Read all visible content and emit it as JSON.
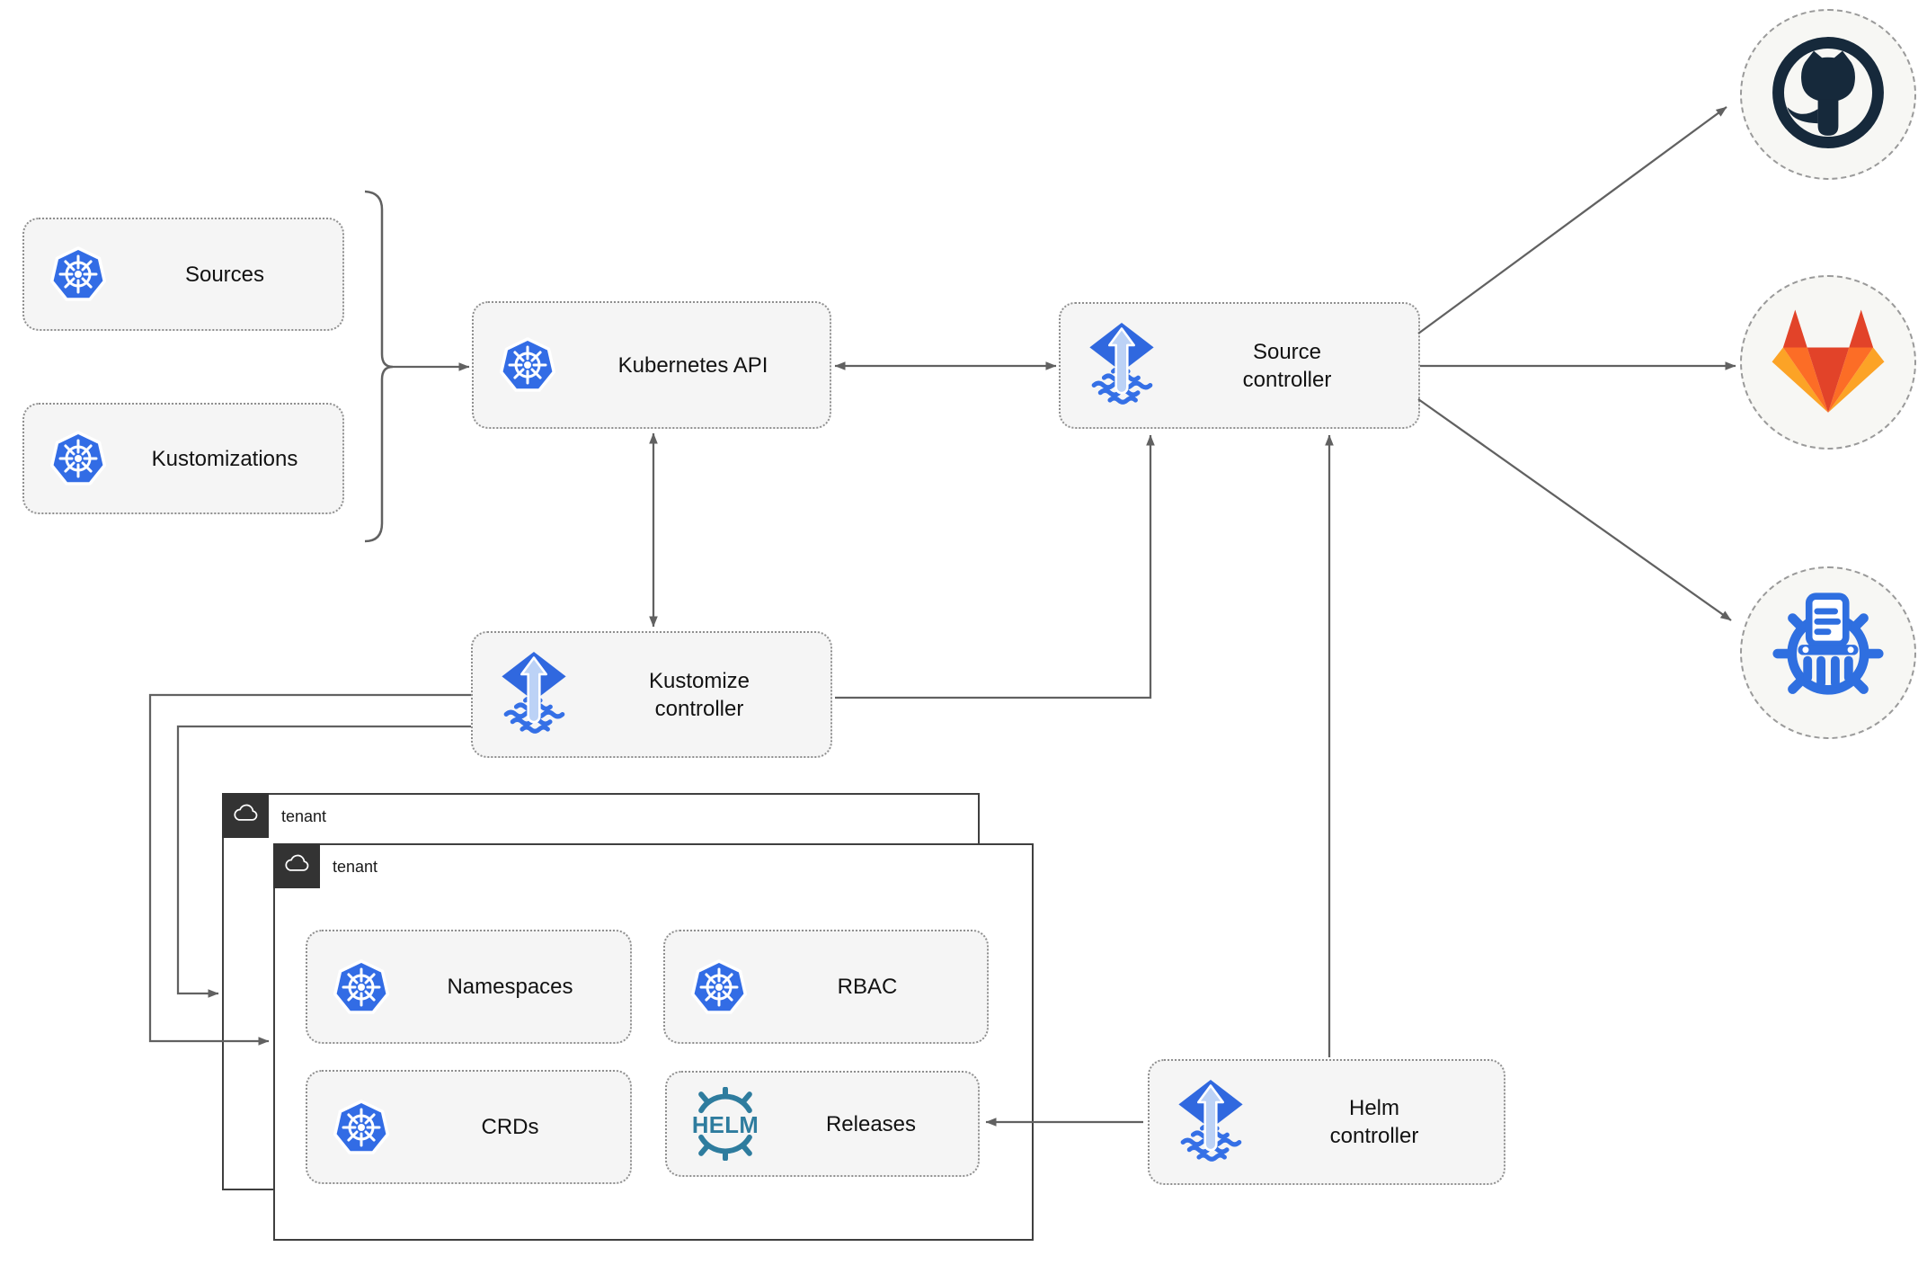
{
  "palette": {
    "line": "#616161",
    "box_fill": "#f5f5f5",
    "box_border": "#8f8f8f",
    "circle_border": "#9a9a9a",
    "endpoint_fill": "#f7f7f4",
    "tenant_border": "#3f3f3f",
    "badge_bg": "#333333",
    "kubernetes_blue": "#326ce5",
    "flux_blue": "#3068df",
    "flux_wave_blue": "#3570e6",
    "flux_arrow_light": "#bcd2f6",
    "helm_teal": "#2e7c9e",
    "github_navy": "#16293b",
    "gitlab_dark_orange": "#e24329",
    "gitlab_orange": "#fc6d26",
    "gitlab_light_orange": "#fca326",
    "chart_repo_blue": "#2f6fe0"
  },
  "nodes": {
    "sources": {
      "label": "Sources",
      "icon": "kubernetes-icon"
    },
    "kustomizations": {
      "label": "Kustomizations",
      "icon": "kubernetes-icon"
    },
    "kubernetes_api": {
      "label": "Kubernetes API",
      "icon": "kubernetes-icon"
    },
    "source_controller": {
      "line1": "Source",
      "line2": "controller",
      "icon": "flux-icon"
    },
    "kustomize_controller": {
      "line1": "Kustomize",
      "line2": "controller",
      "icon": "flux-icon"
    },
    "helm_controller": {
      "line1": "Helm",
      "line2": "controller",
      "icon": "flux-icon"
    },
    "namespaces": {
      "label": "Namespaces",
      "icon": "kubernetes-icon"
    },
    "rbac": {
      "label": "RBAC",
      "icon": "kubernetes-icon"
    },
    "crds": {
      "label": "CRDs",
      "icon": "kubernetes-icon"
    },
    "releases": {
      "label": "Releases",
      "icon": "helm-icon"
    }
  },
  "groups": {
    "tenant_outer": {
      "label": "tenant",
      "icon": "cloud-icon"
    },
    "tenant_inner": {
      "label": "tenant",
      "icon": "cloud-icon"
    }
  },
  "endpoints": {
    "github": {
      "icon": "github-octocat-logo"
    },
    "gitlab": {
      "icon": "gitlab-tanuki-logo"
    },
    "chart_repository": {
      "icon": "chart-repository-wheel-logo"
    }
  },
  "icons": {
    "helm_logo_text": "HELM"
  },
  "brace": {
    "groups": [
      "sources",
      "kustomizations"
    ],
    "points_to": "kubernetes_api"
  },
  "edges": [
    {
      "from": "sources+kustomizations (brace)",
      "to": "kubernetes_api",
      "arrows": "end"
    },
    {
      "from": "kubernetes_api",
      "to": "source_controller",
      "arrows": "both"
    },
    {
      "from": "kubernetes_api",
      "to": "kustomize_controller",
      "arrows": "both"
    },
    {
      "from": "kustomize_controller",
      "to": "source_controller",
      "arrows": "end"
    },
    {
      "from": "kustomize_controller",
      "to": "tenant_inner",
      "arrows": "end"
    },
    {
      "from": "kustomize_controller",
      "to": "tenant_outer",
      "arrows": "end"
    },
    {
      "from": "helm_controller",
      "to": "source_controller",
      "arrows": "end"
    },
    {
      "from": "helm_controller",
      "to": "releases",
      "arrows": "end"
    },
    {
      "from": "source_controller",
      "to": "github",
      "arrows": "end"
    },
    {
      "from": "source_controller",
      "to": "gitlab",
      "arrows": "end"
    },
    {
      "from": "source_controller",
      "to": "chart_repository",
      "arrows": "end"
    }
  ]
}
